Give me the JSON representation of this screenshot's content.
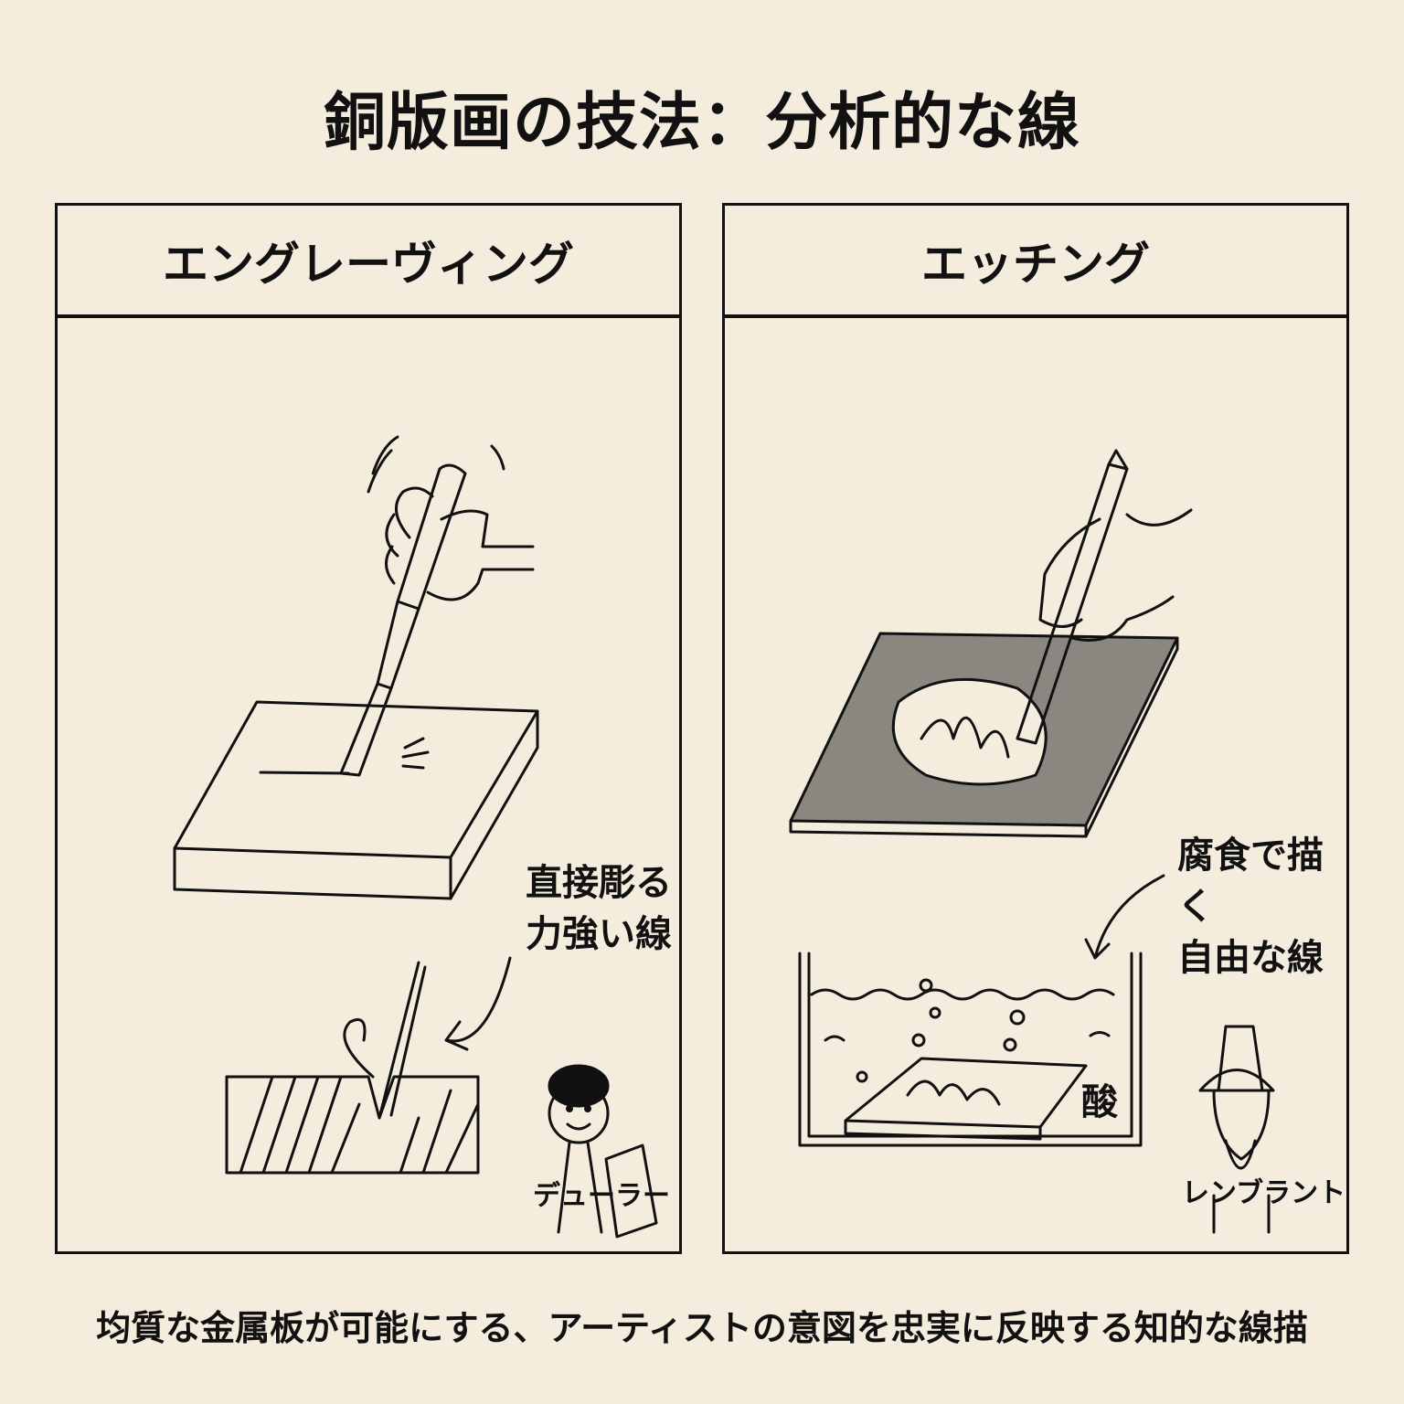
{
  "title": "銅版画の技法：分析的な線",
  "panels": {
    "engraving": {
      "header": "エングレーヴィング",
      "annotation_line1": "直接彫る",
      "annotation_line2": "力強い線",
      "artist": "デューラー"
    },
    "etching": {
      "header": "エッチング",
      "annotation_line1": "腐食で描く",
      "annotation_line2": "自由な線",
      "acid_label": "酸",
      "artist": "レンブラント"
    }
  },
  "footer": "均質な金属板が可能にする、アーティストの意図を忠実に反映する知的な線描"
}
